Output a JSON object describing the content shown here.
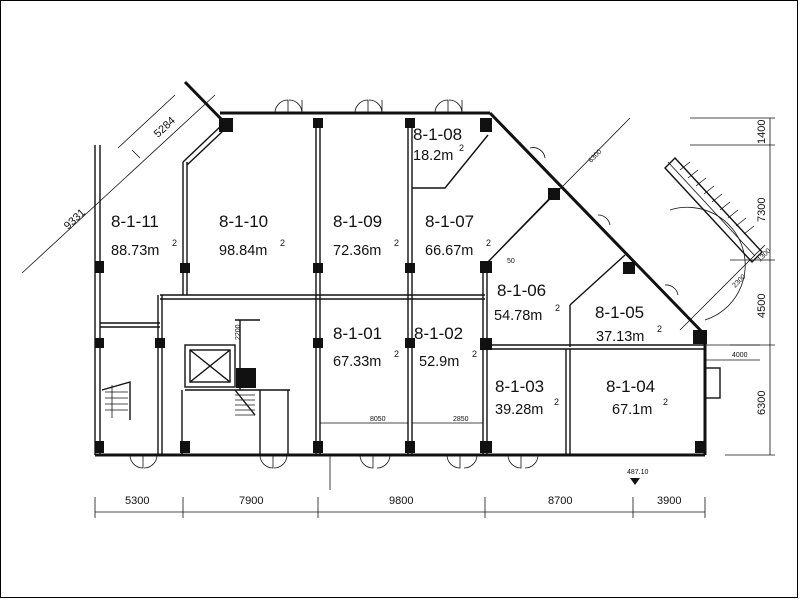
{
  "rooms": [
    {
      "id": "8-1-11",
      "area": "88.73m",
      "sup": "2"
    },
    {
      "id": "8-1-10",
      "area": "98.84m",
      "sup": "2"
    },
    {
      "id": "8-1-09",
      "area": "72.36m",
      "sup": "2"
    },
    {
      "id": "8-1-08",
      "area": "18.2m",
      "sup": "2"
    },
    {
      "id": "8-1-07",
      "area": "66.67m",
      "sup": "2"
    },
    {
      "id": "8-1-06",
      "area": "54.78m",
      "sup": "2"
    },
    {
      "id": "8-1-05",
      "area": "37.13m",
      "sup": "2"
    },
    {
      "id": "8-1-01",
      "area": "67.33m",
      "sup": "2"
    },
    {
      "id": "8-1-02",
      "area": "52.9m",
      "sup": "2"
    },
    {
      "id": "8-1-03",
      "area": "39.28m",
      "sup": "2"
    },
    {
      "id": "8-1-04",
      "area": "67.1m",
      "sup": "2"
    }
  ],
  "bottom_dimensions": [
    "5300",
    "7900",
    "9800",
    "8700",
    "3900"
  ],
  "right_dimensions": [
    "1400",
    "7300",
    "4500",
    "6300"
  ],
  "diagonal_dimensions": [
    "5284",
    "9331"
  ],
  "small_labels": {
    "right_stub": "4000",
    "bottom_mark": "487.10",
    "inner_a": "8050",
    "inner_b": "2850",
    "core_a": "2200",
    "diag_a": "6300",
    "diag_b": "2300",
    "diag_c": "1300",
    "angle": "50"
  }
}
